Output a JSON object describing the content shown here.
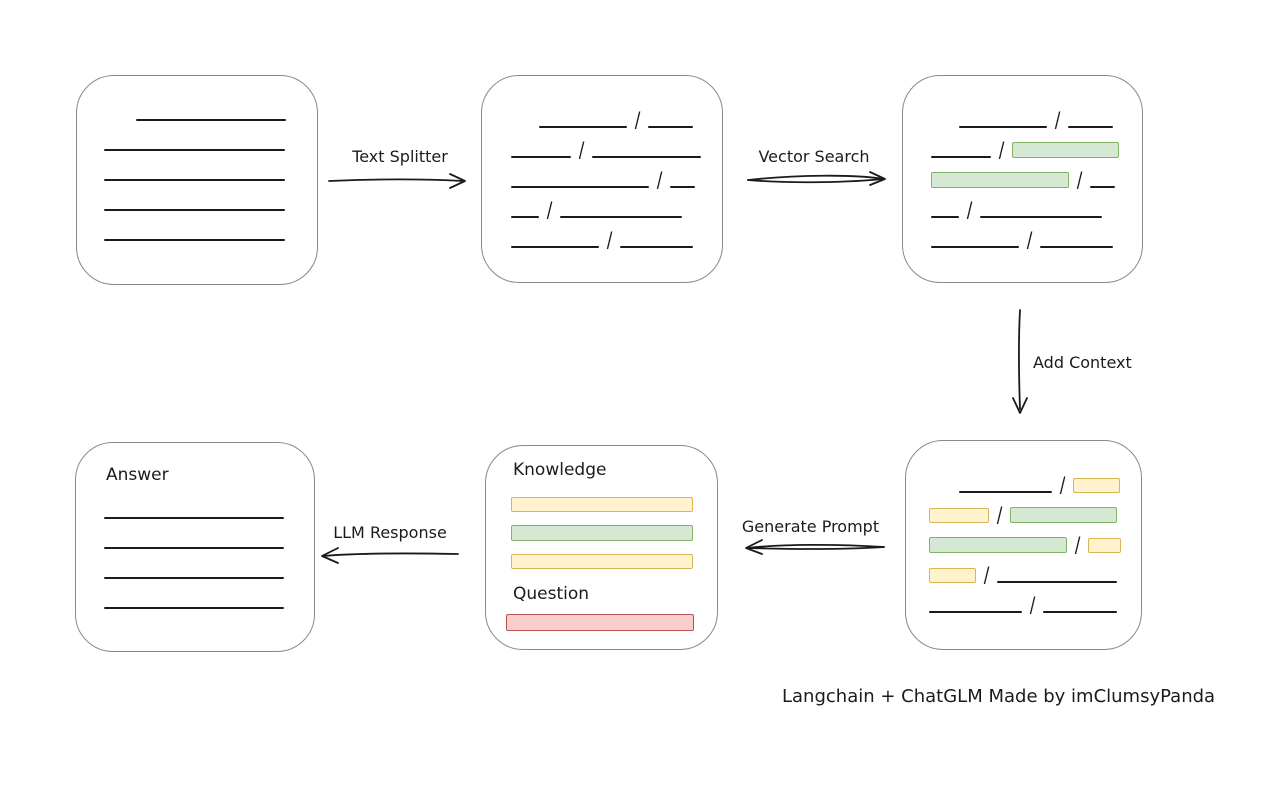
{
  "labels": {
    "text_splitter": "Text Splitter",
    "vector_search": "Vector Search",
    "add_context": "Add Context",
    "generate_prompt": "Generate Prompt",
    "llm_response": "LLM Response"
  },
  "footer": "Langchain + ChatGLM Made by imClumsyPanda",
  "slash_char": "/",
  "colors": {
    "green_fill": "#d5e8d4",
    "green_border": "#82b366",
    "yellow_fill": "#fff2cc",
    "yellow_border": "#d6b656",
    "red_fill": "#f8cecc",
    "red_border": "#b85450",
    "box_border": "#8a8a8a",
    "line": "#1b1b1b"
  },
  "boxes": {
    "document": {
      "rows": [
        {
          "off": 59,
          "segs": [
            {
              "t": "line",
              "w": 150
            }
          ]
        },
        {
          "off": 27,
          "segs": [
            {
              "t": "line",
              "w": 181
            }
          ]
        },
        {
          "off": 27,
          "segs": [
            {
              "t": "line",
              "w": 181
            }
          ]
        },
        {
          "off": 27,
          "segs": [
            {
              "t": "line",
              "w": 181
            }
          ]
        },
        {
          "off": 27,
          "segs": [
            {
              "t": "line",
              "w": 181
            }
          ]
        }
      ]
    },
    "split_chunks": {
      "rows": [
        {
          "off": 57,
          "segs": [
            {
              "t": "line",
              "w": 88
            },
            {
              "t": "slash"
            },
            {
              "t": "line",
              "w": 45
            }
          ]
        },
        {
          "off": 29,
          "segs": [
            {
              "t": "line",
              "w": 60
            },
            {
              "t": "slash"
            },
            {
              "t": "line",
              "w": 109
            }
          ]
        },
        {
          "off": 29,
          "segs": [
            {
              "t": "line",
              "w": 138
            },
            {
              "t": "slash"
            },
            {
              "t": "line",
              "w": 25
            }
          ]
        },
        {
          "off": 29,
          "segs": [
            {
              "t": "line",
              "w": 28
            },
            {
              "t": "slash"
            },
            {
              "t": "line",
              "w": 122
            }
          ]
        },
        {
          "off": 29,
          "segs": [
            {
              "t": "line",
              "w": 88
            },
            {
              "t": "slash"
            },
            {
              "t": "line",
              "w": 73
            }
          ]
        }
      ]
    },
    "searched_chunks": {
      "rows": [
        {
          "off": 56,
          "segs": [
            {
              "t": "line",
              "w": 88
            },
            {
              "t": "slash"
            },
            {
              "t": "line",
              "w": 45
            }
          ]
        },
        {
          "off": 28,
          "segs": [
            {
              "t": "line",
              "w": 60
            },
            {
              "t": "slash"
            },
            {
              "t": "green",
              "w": 107
            }
          ]
        },
        {
          "off": 28,
          "segs": [
            {
              "t": "green",
              "w": 138
            },
            {
              "t": "slash"
            },
            {
              "t": "line",
              "w": 25
            }
          ]
        },
        {
          "off": 28,
          "segs": [
            {
              "t": "line",
              "w": 28
            },
            {
              "t": "slash"
            },
            {
              "t": "line",
              "w": 122
            }
          ]
        },
        {
          "off": 28,
          "segs": [
            {
              "t": "line",
              "w": 88
            },
            {
              "t": "slash"
            },
            {
              "t": "line",
              "w": 73
            }
          ]
        }
      ]
    },
    "context_chunks": {
      "rows": [
        {
          "off": 53,
          "segs": [
            {
              "t": "line",
              "w": 93
            },
            {
              "t": "slash"
            },
            {
              "t": "yellow",
              "w": 47
            }
          ]
        },
        {
          "off": 23,
          "segs": [
            {
              "t": "yellow",
              "w": 60
            },
            {
              "t": "slash"
            },
            {
              "t": "green",
              "w": 107
            }
          ]
        },
        {
          "off": 23,
          "segs": [
            {
              "t": "green",
              "w": 138
            },
            {
              "t": "slash"
            },
            {
              "t": "yellow",
              "w": 33
            }
          ]
        },
        {
          "off": 23,
          "segs": [
            {
              "t": "yellow",
              "w": 47
            },
            {
              "t": "slash"
            },
            {
              "t": "line",
              "w": 120
            }
          ]
        },
        {
          "off": 23,
          "segs": [
            {
              "t": "line",
              "w": 93
            },
            {
              "t": "slash"
            },
            {
              "t": "line",
              "w": 74
            }
          ]
        }
      ]
    },
    "prompt": {
      "knowledge_label": "Knowledge",
      "question_label": "Question",
      "knowledge_bars": [
        "yellow",
        "green",
        "yellow"
      ],
      "question_bars": [
        "red"
      ]
    },
    "answer": {
      "label": "Answer",
      "rows": [
        {
          "off": 28,
          "segs": [
            {
              "t": "line",
              "w": 180
            }
          ]
        },
        {
          "off": 28,
          "segs": [
            {
              "t": "line",
              "w": 180
            }
          ]
        },
        {
          "off": 28,
          "segs": [
            {
              "t": "line",
              "w": 180
            }
          ]
        },
        {
          "off": 28,
          "segs": [
            {
              "t": "line",
              "w": 180
            }
          ]
        }
      ]
    }
  }
}
